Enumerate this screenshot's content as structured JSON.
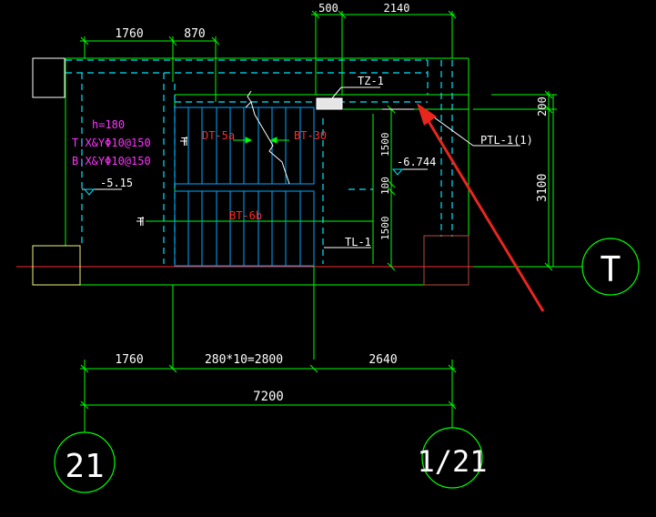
{
  "colors": {
    "background": "#000000",
    "white": "#ffffff",
    "green": "#00ff00",
    "cyan": "#00e5ff",
    "magenta": "#ff33ff",
    "red": "#ff2a2a",
    "arrow": "#e8261e",
    "yellow": "#f5f57a",
    "brown": "#b34d3c",
    "pink": "#ff9a9a"
  },
  "dimensions": {
    "top_left_1": "1760",
    "top_left_2": "870",
    "top_right_1": "500",
    "top_right_2": "2140",
    "right_1": "200",
    "right_2": "3100",
    "mid_1": "1500",
    "mid_2": "100",
    "mid_3": "1500",
    "bottom_1": "1760",
    "bottom_2": "280*10=2800",
    "bottom_3": "2640",
    "bottom_total": "7200"
  },
  "slab_note": {
    "thickness": "h=180",
    "top_rebar": "T:X&YΦ10@150",
    "bottom_rebar": "B:X&YΦ10@150"
  },
  "levels": {
    "left": "-5.15",
    "mid": "-6.744"
  },
  "members": {
    "column": "TZ-1",
    "platform_beam": "PTL-1(1)",
    "stair_upper_left": "DT-5a",
    "stair_upper_right": "BT-30",
    "stair_lower": "BT-6b",
    "beam": "TL-1"
  },
  "axes": {
    "horizontal": "T",
    "left": "21",
    "right": "1/21"
  },
  "section_marks": {
    "upper": "T",
    "lower": "T"
  }
}
